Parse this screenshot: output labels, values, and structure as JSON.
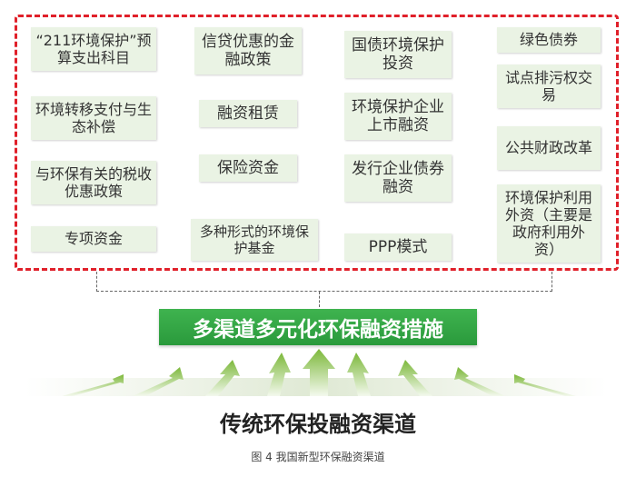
{
  "measures": {
    "col1": [
      "“211环境保护”预算支出科目",
      "环境转移支付与生态补偿",
      "与环保有关的税收优惠政策",
      "专项资金"
    ],
    "col2": [
      "信贷优惠的金融政策",
      "融资租赁",
      "保险资金",
      "多种形式的环境保护基金"
    ],
    "col3": [
      "国债环境保护投资",
      "环境保护企业上市融资",
      "发行企业债券融资",
      "PPP模式"
    ],
    "col4": [
      "绿色债券",
      "试点排污权交易",
      "公共财政改革",
      "环境保护利用外资（主要是政府利用外资）"
    ]
  },
  "banner": "多渠道多元化环保融资措施",
  "traditional": "传统环保投融资渠道",
  "caption": "图 4  我国新型环保融资渠道",
  "colors": {
    "frame": "#e0202a",
    "box_fill": "#eaf3e4",
    "banner": "#2fa63f",
    "arrow": "#8dc63f"
  }
}
